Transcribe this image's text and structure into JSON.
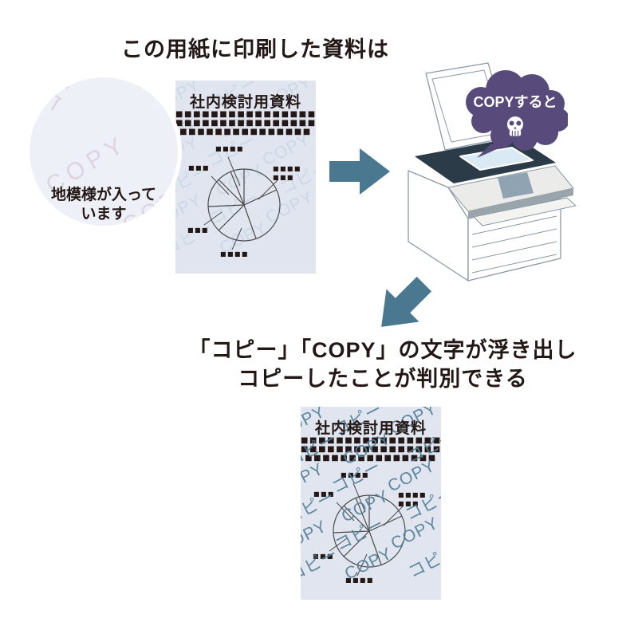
{
  "colors": {
    "ink": "#231815",
    "paper-bg": "#e0e5ef",
    "wm-faint": "#cbd8e6",
    "wm-strong": "#57839a",
    "arrow": "#4a7890",
    "cloud": "#584a7b",
    "bed": "#2c3b48",
    "mag-bg": "#eef0f7",
    "mag-wm": "#ddd3e1",
    "outline": "#8b99a4"
  },
  "top_caption": "この用紙に印刷した資料は",
  "magnifier": {
    "caption_line1": "地模様が入って",
    "caption_line2": "います"
  },
  "watermark": {
    "latin": "COPY",
    "kana": "コピー"
  },
  "document": {
    "title": "社内検討用資料",
    "body_rows": {
      "row1": "■■■■■■■■■■■■■■■■■",
      "row2": "■■■■■■■■■■■■■■■■■",
      "row3": "■■■■■■■■■■■■■■■"
    },
    "chart_labels": {
      "top": "■■■■",
      "left": "■■■",
      "right_line1": "■■■■",
      "right_line2": "■■■",
      "bottom_left": "■■■",
      "bottom": "■■■■"
    }
  },
  "copier": {
    "bubble_text": "COPYすると"
  },
  "result_caption": {
    "line1": "「コピー」「COPY」の文字が浮き出し",
    "line2": "コピーしたことが判別できる"
  }
}
